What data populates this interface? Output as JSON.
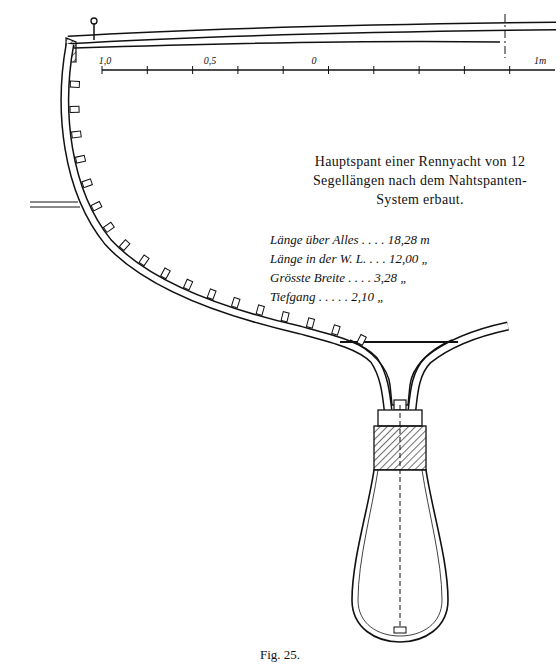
{
  "diagram": {
    "title": "Hauptspant einer Rennyacht von 12 Segellängen nach dem Nahtspanten-System erbaut.",
    "caption": "Fig. 25.",
    "labels": [
      "1,0",
      "0,5",
      "0",
      "1m",
      "Länge über Alles . . . . 18,28 m",
      "Länge in der W. L. . . . 12,00 „",
      "Grösste Breite . . . . 3,28 „",
      "Tiefgang . . . . . 2,10 „"
    ]
  }
}
